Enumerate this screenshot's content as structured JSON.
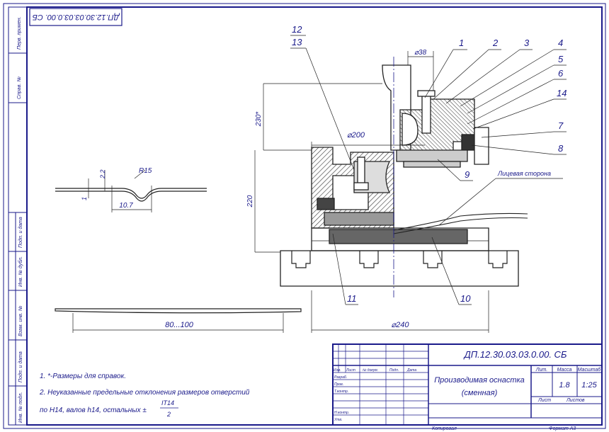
{
  "colors": {
    "ink": "#1a1a8a",
    "hatch": "#444444",
    "fill_dark": "#555555",
    "fill_mid": "#888888",
    "fill_light": "#bbbbbb",
    "paper": "#ffffff"
  },
  "doc_number_rotated": "ДП.12.30.03.03.0.00. СБ",
  "margin_labels": [
    "Перв. примен.",
    "Справ. №",
    "Подп. и дата",
    "Инв. № дубл.",
    "Взам. инв. №",
    "Подп. и дата",
    "Инв. № подл."
  ],
  "callouts": [
    "1",
    "2",
    "3",
    "4",
    "5",
    "6",
    "14",
    "7",
    "8",
    "9",
    "10",
    "11",
    "12",
    "13"
  ],
  "dims": {
    "d38": "⌀38",
    "d200": "⌀200",
    "h230": "230*",
    "h220": "220",
    "d240": "⌀240",
    "d80_100": "80...100",
    "r15": "R15",
    "w107": "10.7",
    "t22": "2.2",
    "t1": "1"
  },
  "face_side_label": "Лицевая сторона",
  "notes": [
    "1. *-Размеры для справок.",
    "2. Неуказанные предельные отклонения размеров отверстий",
    "по Н14, валов h14, остальных ±"
  ],
  "tolerance_fraction": {
    "num": "IT14",
    "den": "2"
  },
  "title_block": {
    "doc_code": "ДП.12.30.03.03.0.00. СБ",
    "name_line1": "Производимая оснастка",
    "name_line2": "(сменная)",
    "col_headers": [
      "Лит.",
      "Масса",
      "Масштаб"
    ],
    "mass": "1.8",
    "scale": "1:25",
    "sheet": "Лист",
    "sheets": "Листов",
    "row_labels": [
      "Изм.",
      "Лист",
      "№ докум.",
      "Подп.",
      "Дата",
      "Разраб.",
      "Пров.",
      "Т.контр.",
      "Н.контр.",
      "Утв."
    ],
    "bottom_left": "Копировал",
    "bottom_right": "Формат А3"
  }
}
